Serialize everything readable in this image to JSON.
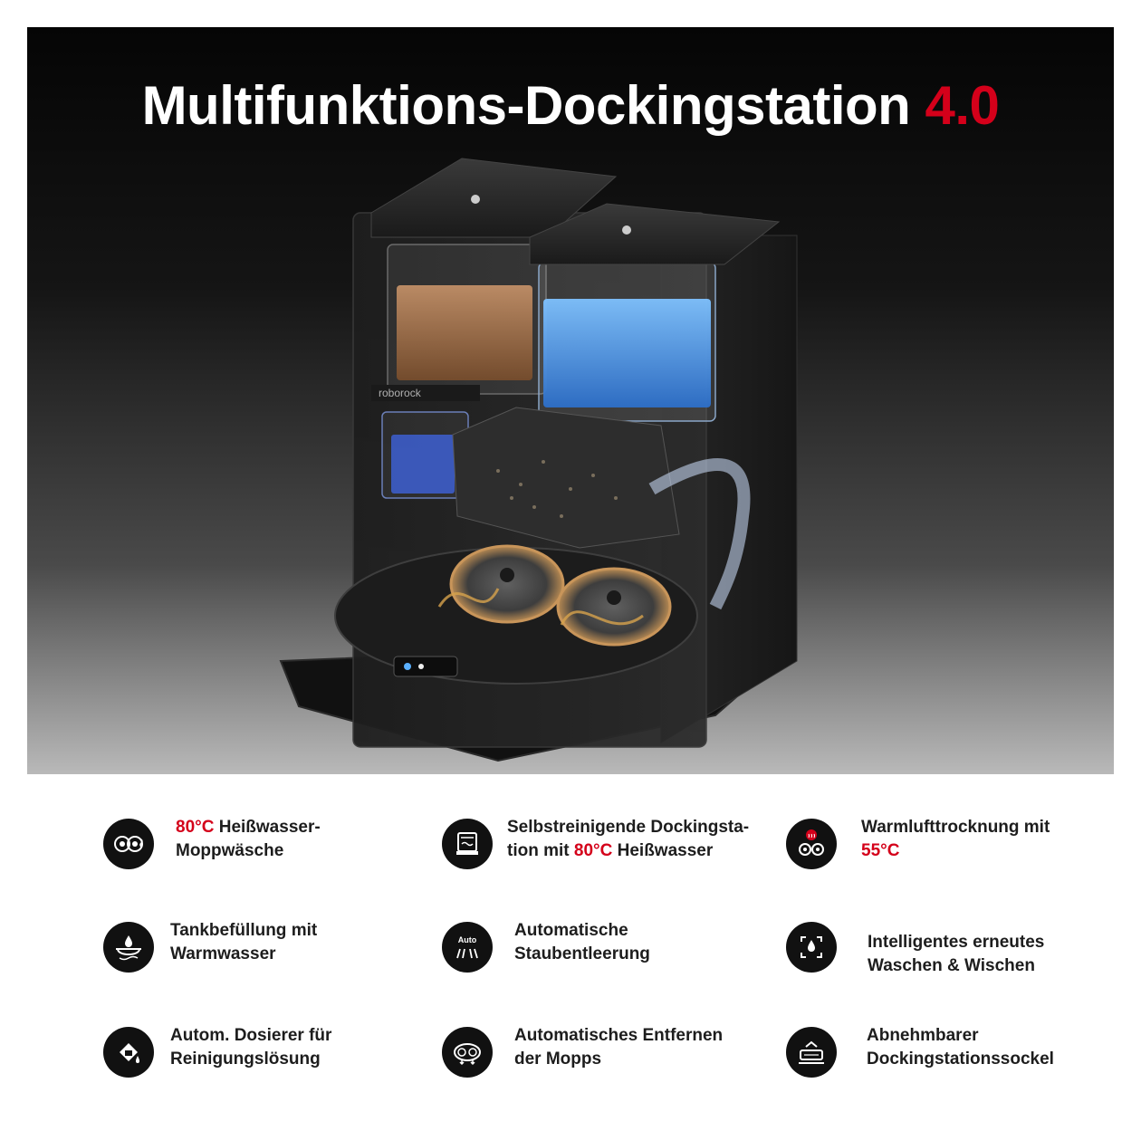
{
  "header": {
    "title_main": "Multifunktions-Dockingstation",
    "title_version": "4.0"
  },
  "product": {
    "brand_label": "roborock"
  },
  "colors": {
    "accent": "#d4001a",
    "icon_bg": "#111111",
    "text": "#1d1d1d"
  },
  "features": [
    {
      "icon": "hot-water-mop-wash-icon",
      "line1_highlight": "80°C",
      "line1_rest": " Heißwasser-",
      "line2": "Moppwäsche"
    },
    {
      "icon": "self-cleaning-dock-icon",
      "line1": "Selbstreinigende Dockingsta-",
      "line2_prefix": "tion mit ",
      "line2_highlight": "80°C",
      "line2_suffix": " Heißwasser"
    },
    {
      "icon": "warm-air-drying-icon",
      "line1": "Warmlufttrocknung mit",
      "line2_highlight": "55°C"
    },
    {
      "icon": "warm-water-refill-icon",
      "line1": "Tankbefüllung mit",
      "line2": "Warmwasser"
    },
    {
      "icon": "auto-dust-empty-icon",
      "icon_text": "Auto",
      "line1": "Automatische",
      "line2": "Staubentleerung"
    },
    {
      "icon": "smart-rewash-icon",
      "line1": "Intelligentes erneutes",
      "line2": "Waschen & Wischen"
    },
    {
      "icon": "detergent-dosing-icon",
      "line1": "Autom. Dosierer für",
      "line2": "Reinigungslösung"
    },
    {
      "icon": "auto-mop-removal-icon",
      "line1": "Automatisches Entfernen",
      "line2": "der Mopps"
    },
    {
      "icon": "removable-base-icon",
      "line1": "Abnehmbarer",
      "line2": "Dockingstationssockel"
    }
  ]
}
